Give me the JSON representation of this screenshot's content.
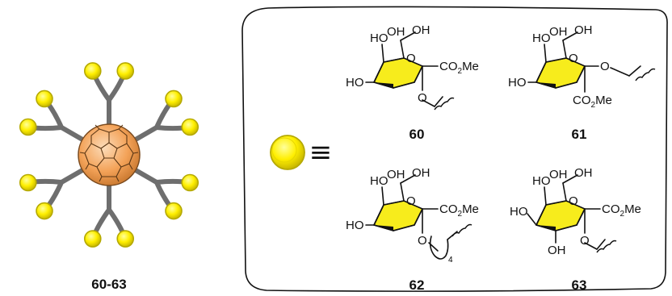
{
  "colors": {
    "ball_fill": "#ffef00",
    "ball_edge": "#b5a900",
    "arm": "#6e6e6e",
    "fullerene_fill": "#f3a258",
    "fullerene_edge": "#7a4a1e",
    "ring_fill": "#f7ec1c"
  },
  "conjugate": {
    "label": "60-63",
    "arm_count": 12
  },
  "legend": {
    "equiv_symbol": "≡"
  },
  "structures": [
    {
      "id": "60",
      "label": "60",
      "top": "HO",
      "mid": "OH",
      "right": "OH",
      "left": "HO",
      "ring_o": "O",
      "ester": "CO2Me",
      "ester_base": "CO",
      "ester_sub": "2",
      "ester_tail": "Me",
      "link_o": "O"
    },
    {
      "id": "61",
      "label": "61",
      "top": "HO",
      "mid": "OH",
      "right": "OH",
      "left": "HO",
      "ring_o": "O",
      "ester": "CO2Me",
      "ester_base": "CO",
      "ester_sub": "2",
      "ester_tail": "Me",
      "link_o": "O"
    },
    {
      "id": "62",
      "label": "62",
      "top": "HO",
      "mid": "OH",
      "right": "OH",
      "left": "HO",
      "ring_o": "O",
      "ester": "CO2Me",
      "ester_base": "CO",
      "ester_sub": "2",
      "ester_tail": "Me",
      "link_o": "O",
      "chain_count": "4"
    },
    {
      "id": "63",
      "label": "63",
      "top": "HO",
      "mid": "OH",
      "right": "OH",
      "left": "HO",
      "ring_o": "O",
      "ester": "CO2Me",
      "ester_base": "CO",
      "ester_sub": "2",
      "ester_tail": "Me",
      "link_o": "O",
      "axial": "OH"
    }
  ]
}
